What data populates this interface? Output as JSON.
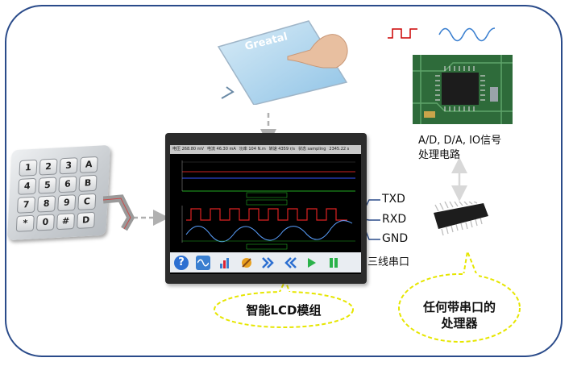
{
  "touch_panel": {
    "brand": "Greatal"
  },
  "keypad": {
    "keys": [
      "1",
      "2",
      "3",
      "A",
      "4",
      "5",
      "6",
      "B",
      "7",
      "8",
      "9",
      "C",
      "*",
      "0",
      "#",
      "D"
    ]
  },
  "lcd": {
    "status_items": [
      "电压 268.80 mV",
      "电流 46.30 mA",
      "功率 104 N.m",
      "转速 4359 r/s",
      "状态 sampling",
      "2345.22 s"
    ]
  },
  "signals": {
    "txd": "TXD",
    "rxd": "RXD",
    "gnd": "GND",
    "wire_note": "三线串口"
  },
  "io_block": {
    "line1": "A/D, D/A, IO信号",
    "line2": "处理电路"
  },
  "bubbles": {
    "lcd_module": "智能LCD模组",
    "processor_line1": "任何带串口的",
    "processor_line2": "处理器"
  },
  "colors": {
    "frame": "#2a4b8a",
    "arrow": "#b0b0b0",
    "bubble_border": "#e6e600",
    "square_wave": "#cc0000",
    "sine_wave": "#3a7fd0"
  }
}
